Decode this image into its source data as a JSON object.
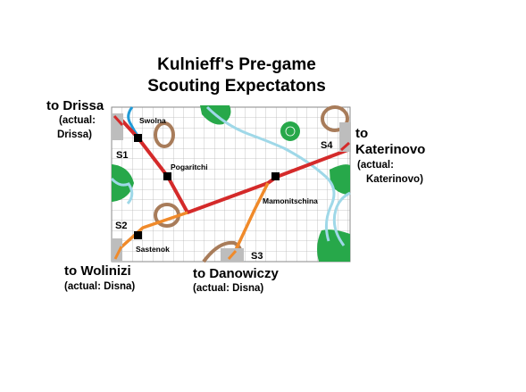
{
  "title": {
    "line1": "Kulnieff's Pre-game",
    "line2": "Scouting Expectatons"
  },
  "exits": {
    "drissa": {
      "line1": "to Drissa",
      "line2": "(actual:",
      "line3": "Drissa)"
    },
    "katerinovo": {
      "line1": "to",
      "line2": "Katerinovo",
      "line3": "(actual:",
      "line4": "Katerinovo)"
    },
    "wolinizi": {
      "line1": "to Wolinizi",
      "line2": "(actual: Disna)"
    },
    "danowiczy": {
      "line1": "to Danowiczy",
      "line2": "(actual: Disna)"
    }
  },
  "towns": {
    "swolna": "Swolna",
    "pogaritchi": "Pogaritchi",
    "mamonitschina": "Mamonitschina",
    "sastenok": "Sastenok"
  },
  "start_points": {
    "s1": "S1",
    "s2": "S2",
    "s3": "S3",
    "s4": "S4"
  },
  "colors": {
    "main_road": "#d42a2a",
    "secondary_road": "#f08a2a",
    "river": "#9fd8e8",
    "river_dark": "#1f9bd8",
    "forest": "#27a84a",
    "hill": "#a87c5a",
    "grid": "#b8b8b8",
    "edge_box": "#bdbdbd"
  }
}
